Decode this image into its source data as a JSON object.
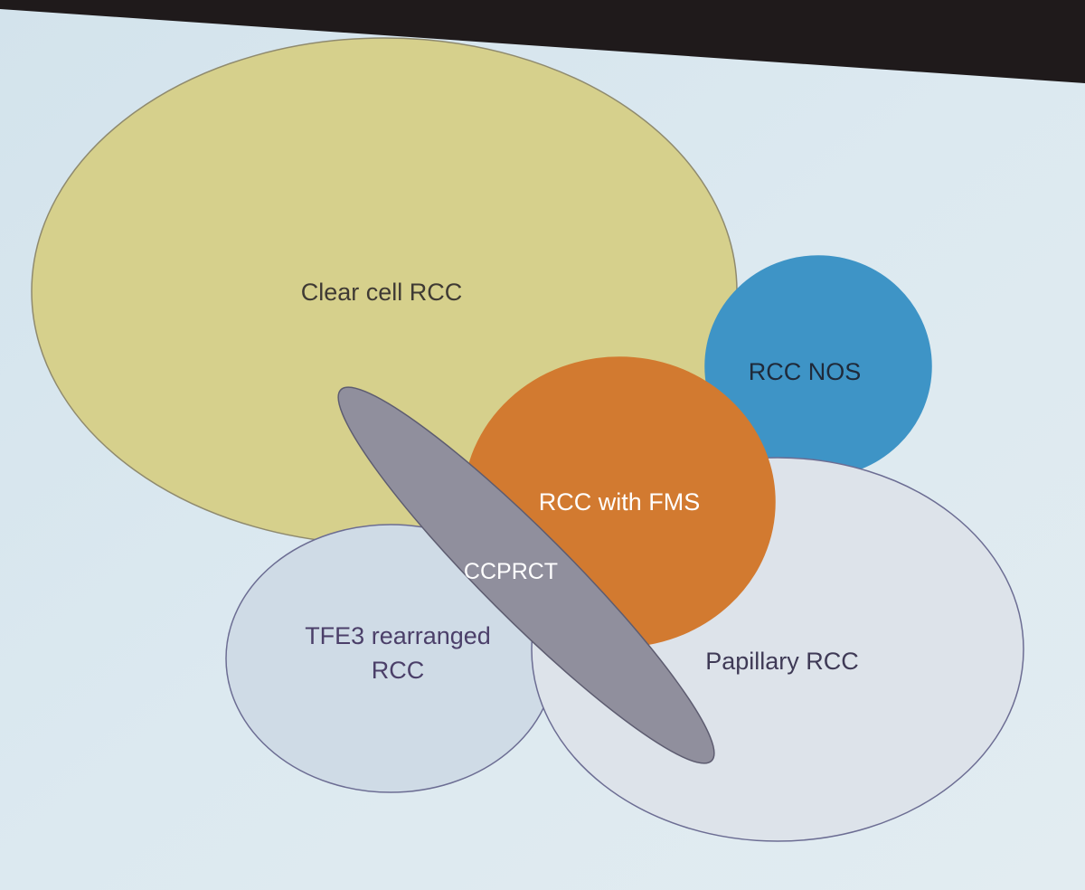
{
  "diagram": {
    "regions": {
      "clear_cell": {
        "label": "Clear cell RCC",
        "fill": "#d6d08c",
        "stroke": "#8f8a6e",
        "text_color": "#3f3a34"
      },
      "rcc_nos": {
        "label": "RCC NOS",
        "fill": "#3e94c6",
        "stroke": "#3e94c6",
        "text_color": "#1f2a3a"
      },
      "tfe3": {
        "label_line1": "TFE3 rearranged",
        "label_line2": "RCC",
        "fill": "#cfdbe6",
        "stroke": "#6c6d93",
        "text_color": "#4b3f69"
      },
      "papillary": {
        "label": "Papillary RCC",
        "fill": "#dde3ea",
        "stroke": "#6c6d93",
        "text_color": "#3f3a56"
      },
      "fms": {
        "label": "RCC with FMS",
        "fill": "#d27a30",
        "stroke": "#d27a30",
        "text_color": "#ffffff"
      },
      "ccprct": {
        "label": "CCPRCT",
        "fill": "#908f9d",
        "stroke": "#5d5c70",
        "text_color": "#ffffff"
      }
    },
    "colors": {
      "slide_background": "#dbe8ef",
      "projector_border": "#1f1a1b"
    }
  }
}
